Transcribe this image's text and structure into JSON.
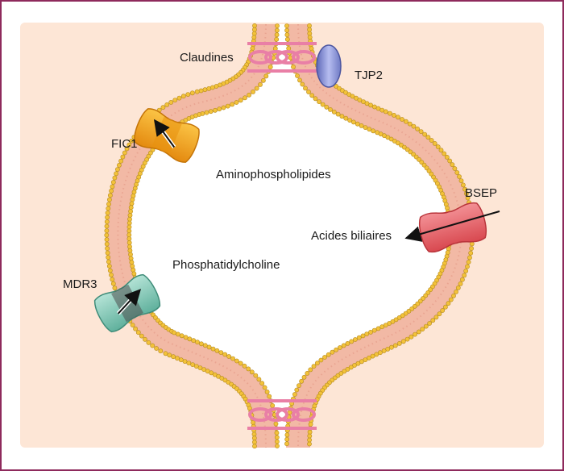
{
  "labels": {
    "claudines": "Claudines",
    "tjp2": "TJP2",
    "fic1": "FIC1",
    "aminophospholipides": "Aminophospholipides",
    "bsep": "BSEP",
    "acides_biliaires": "Acides biliaires",
    "phosphatidylcholine": "Phosphatidylcholine",
    "mdr3": "MDR3"
  },
  "colors": {
    "frame": "#8e2a5c",
    "background": "#fde6d6",
    "membrane": "#f2b9a5",
    "lipid_head": "#f3c23a",
    "lipid_head_edge": "#b48a1e",
    "claudin": "#e97fa6",
    "tjp2": "#8d97d6",
    "fic1": "#f6a623",
    "mdr3": "#8fd1c0",
    "bsep": "#ea6d73"
  }
}
